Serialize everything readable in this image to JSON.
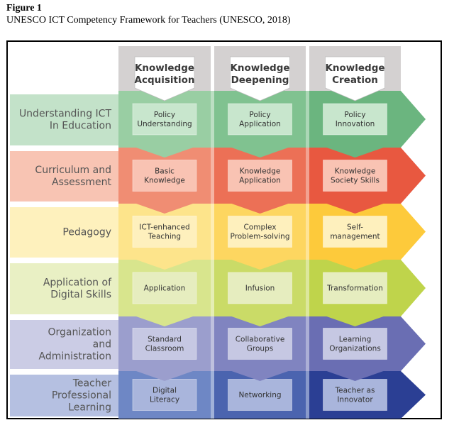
{
  "figure": {
    "number": "Figure 1",
    "caption": "UNESCO ICT Competency Framework for Teachers (UNESCO, 2018)"
  },
  "columns": [
    {
      "line1": "Knowledge",
      "line2": "Acquisition"
    },
    {
      "line1": "Knowledge",
      "line2": "Deepening"
    },
    {
      "line1": "Knowledge",
      "line2": "Creation"
    }
  ],
  "rows": [
    {
      "label": [
        "Understanding ICT",
        "In Education"
      ],
      "cells": [
        [
          "Policy",
          "Understanding"
        ],
        [
          "Policy",
          "Application"
        ],
        [
          "Policy",
          "Innovation"
        ]
      ],
      "colors": {
        "label": "#c3e2c9",
        "cols": [
          "#99cea3",
          "#80c290",
          "#6bb57f"
        ],
        "box": "#c8e6cd"
      }
    },
    {
      "label": [
        "Curriculum and",
        "Assessment"
      ],
      "cells": [
        [
          "Basic",
          "Knowledge"
        ],
        [
          "Knowledge",
          "Application"
        ],
        [
          "Knowledge",
          "Society Skills"
        ]
      ],
      "colors": {
        "label": "#f8c4b3",
        "cols": [
          "#f08d73",
          "#ec7056",
          "#e85840"
        ],
        "box": "#f9c3b3"
      }
    },
    {
      "label": [
        "Pedagogy"
      ],
      "cells": [
        [
          "ICT-enhanced",
          "Teaching"
        ],
        [
          "Complex",
          "Problem-solving"
        ],
        [
          "Self-",
          "management"
        ]
      ],
      "colors": {
        "label": "#fef1bd",
        "cols": [
          "#fde48b",
          "#fdd660",
          "#fdca3b"
        ],
        "box": "#fef0bd"
      }
    },
    {
      "label": [
        "Application of",
        "Digital Skills"
      ],
      "cells": [
        [
          "Application"
        ],
        [
          "Infusion"
        ],
        [
          "Transformation"
        ]
      ],
      "colors": {
        "label": "#e9f0c4",
        "cols": [
          "#d8e58d",
          "#cadb67",
          "#bfd44b"
        ],
        "box": "#e6edbf"
      }
    },
    {
      "label": [
        "Organization",
        "and",
        "Administration"
      ],
      "cells": [
        [
          "Standard",
          "Classroom"
        ],
        [
          "Collaborative",
          "Groups"
        ],
        [
          "Learning",
          "Organizations"
        ]
      ],
      "colors": {
        "label": "#cbcce5",
        "cols": [
          "#9b9ecd",
          "#8084c0",
          "#6a6eb3"
        ],
        "box": "#c6c8e3"
      }
    },
    {
      "label": [
        "Teacher",
        "Professional",
        "Learning"
      ],
      "cells": [
        [
          "Digital",
          "Literacy"
        ],
        [
          "Networking"
        ],
        [
          "Teacher as",
          "Innovator"
        ]
      ],
      "colors": {
        "label": "#b5c0e1",
        "cols": [
          "#6e87c5",
          "#4b64af",
          "#2b3f94"
        ],
        "box": "#a9b5dc"
      }
    }
  ],
  "colors": {
    "header_bg": "#d4d1d1",
    "text": "#333333",
    "label_text": "#555555"
  }
}
